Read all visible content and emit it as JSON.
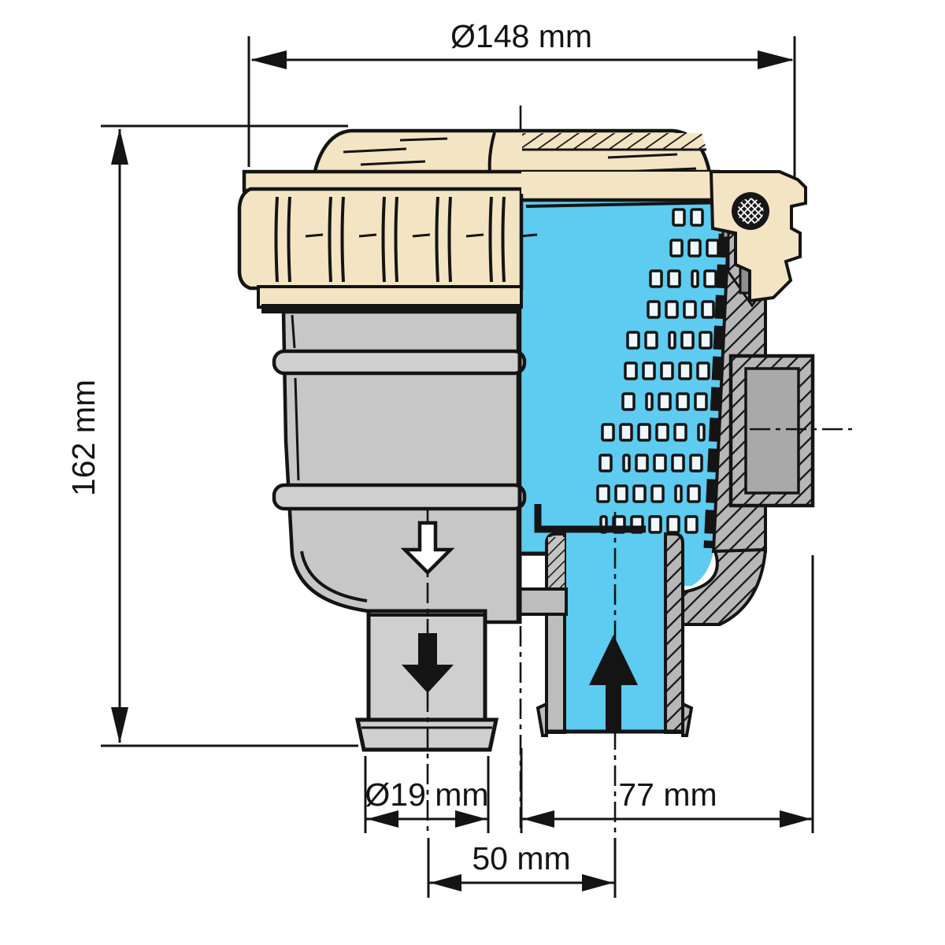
{
  "diagram": {
    "kind": "technical cross-section drawing of a cooling-water strainer",
    "dimensions": {
      "overall_width": "Ø148 mm",
      "overall_height": "162 mm",
      "hose_diameter": "Ø19 mm",
      "center_to_side": "77 mm",
      "port_spacing": "50 mm"
    }
  },
  "colors": {
    "lid": "#f3e5c3",
    "body": "#c7c7c7",
    "body_light": "#cfcfcf",
    "water": "#5ecbf0",
    "hatch": "#b7b7b7",
    "outline": "#141414",
    "background": "#ffffff"
  }
}
